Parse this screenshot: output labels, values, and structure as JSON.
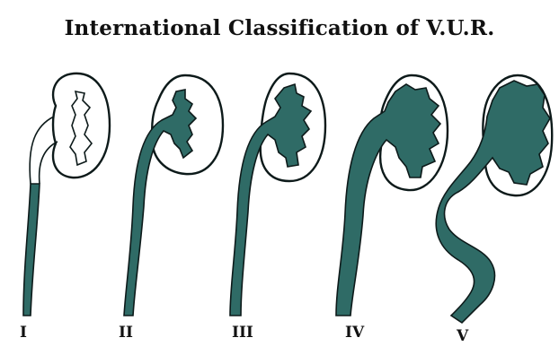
{
  "title": "International Classification of V.U.R.",
  "colors": {
    "contrast": "#2f6b66",
    "outline": "#0d1a1a",
    "background": "#ffffff"
  },
  "grades": [
    {
      "label": "I"
    },
    {
      "label": "II"
    },
    {
      "label": "III"
    },
    {
      "label": "IV"
    },
    {
      "label": "V"
    }
  ]
}
